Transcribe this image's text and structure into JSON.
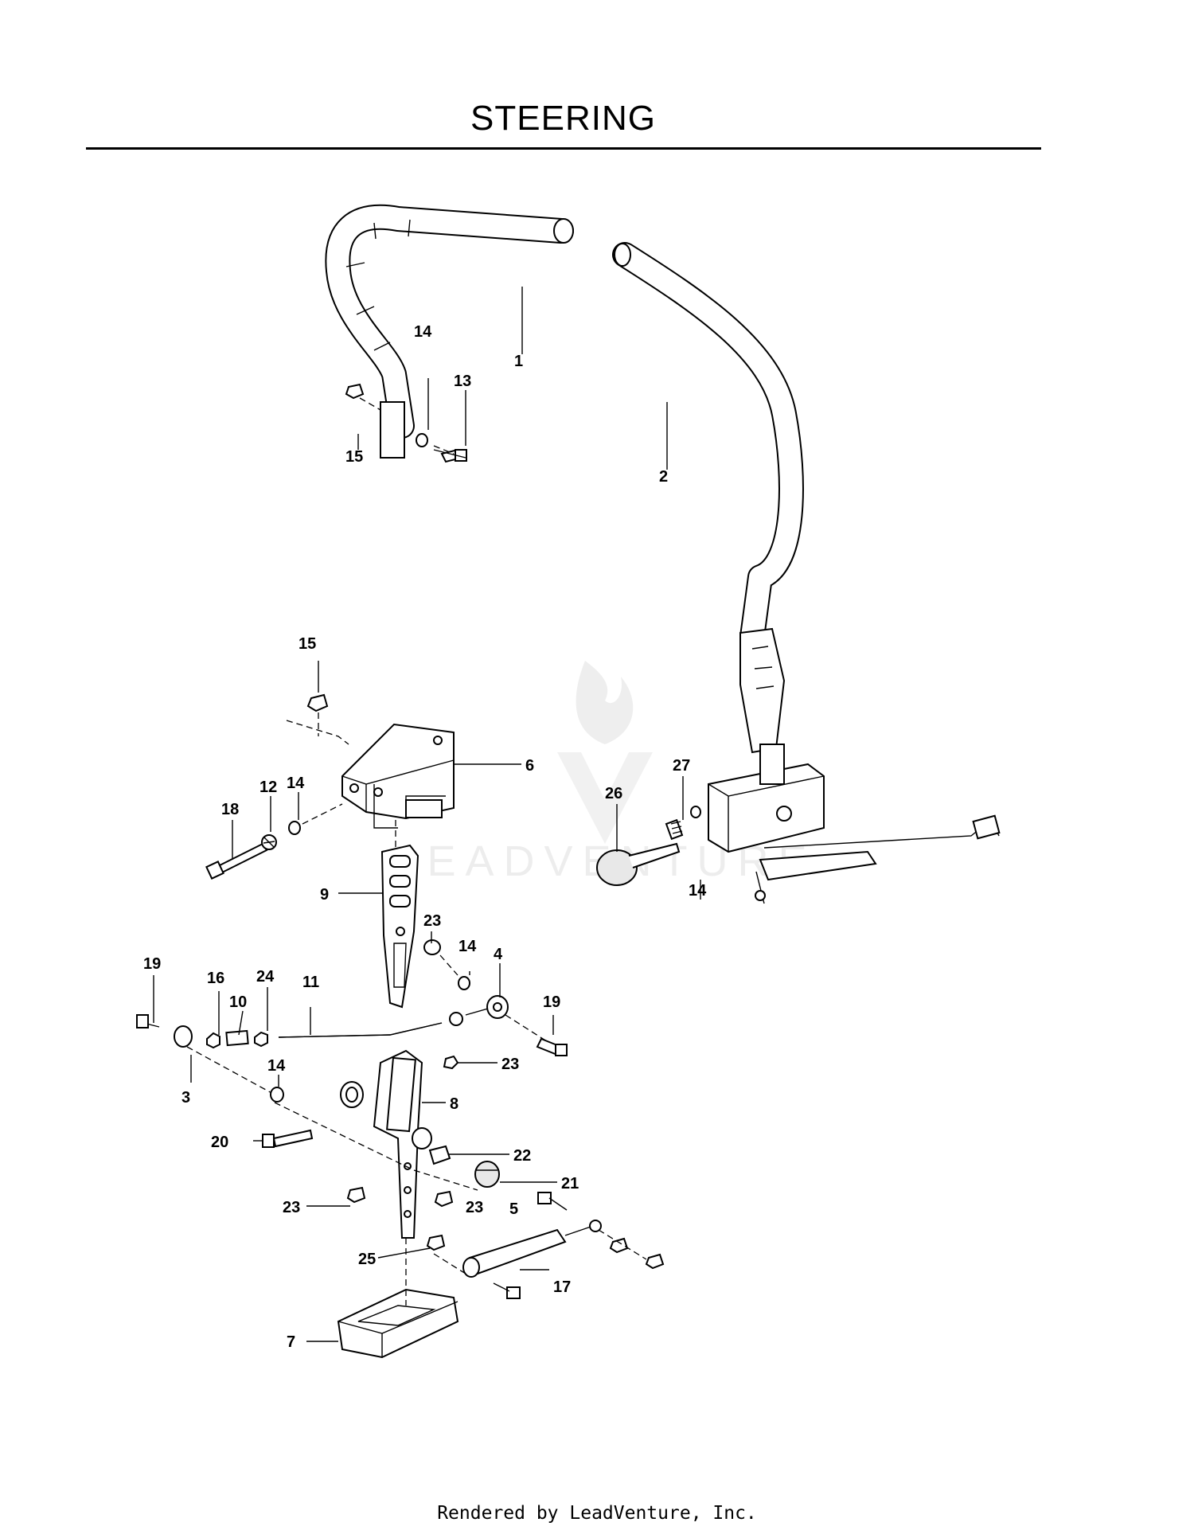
{
  "title": "STEERING",
  "footer": "Rendered by LeadVenture, Inc.",
  "watermark": "LEADVENTURE",
  "callouts": [
    "1",
    "2",
    "3",
    "4",
    "5",
    "6",
    "7",
    "8",
    "9",
    "10",
    "11",
    "12",
    "13",
    "14",
    "14",
    "14",
    "14",
    "14",
    "15",
    "15",
    "16",
    "17",
    "18",
    "19",
    "19",
    "20",
    "21",
    "22",
    "23",
    "23",
    "23",
    "23",
    "24",
    "25",
    "26",
    "27"
  ],
  "colors": {
    "line": "#000000",
    "background": "#ffffff",
    "watermark": "#e6e6e6"
  }
}
